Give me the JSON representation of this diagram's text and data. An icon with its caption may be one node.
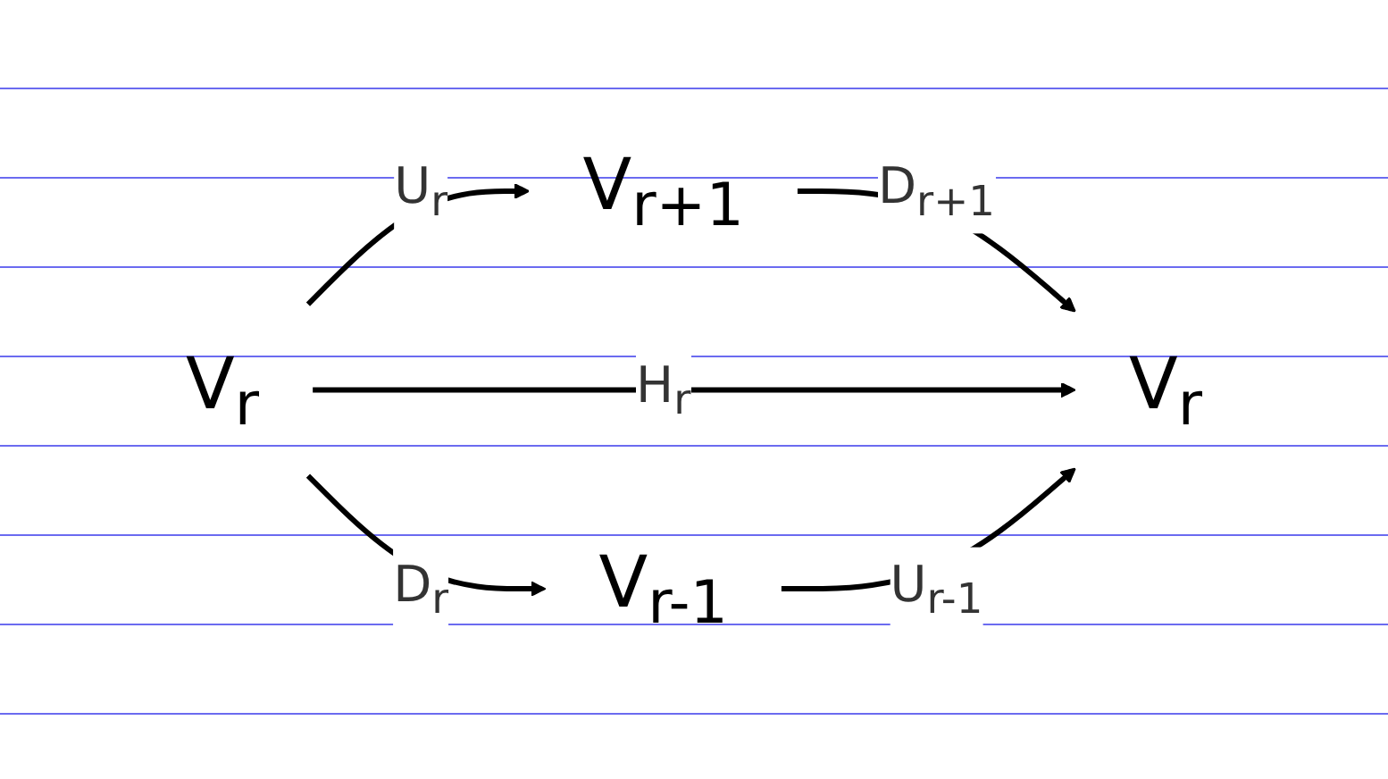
{
  "diagram": {
    "nodes": [
      {
        "text": [
          "V$_{r}$"
        ]
      },
      {
        "text": [
          "V$_{r+1}$"
        ]
      },
      {
        "text": [
          "V$_{r}$"
        ]
      },
      {
        "text": [
          "V$_{r-1}$"
        ]
      }
    ],
    "edges": [
      {
        "from": 0,
        "to": 1,
        "arrow": "to",
        "label": "U$_{r}$"
      },
      {
        "from": 1,
        "to": 2,
        "arrow": "to",
        "label": "D$_{r+1}$"
      },
      {
        "from": 0,
        "to": 2,
        "arrow": "to",
        "label": "H$_{r}$"
      },
      {
        "from": 0,
        "to": 3,
        "arrow": "to",
        "label": "D$_{r}$"
      },
      {
        "from": 3,
        "to": 2,
        "arrow": "to",
        "label": "U$_{r-1}$"
      }
    ]
  }
}
